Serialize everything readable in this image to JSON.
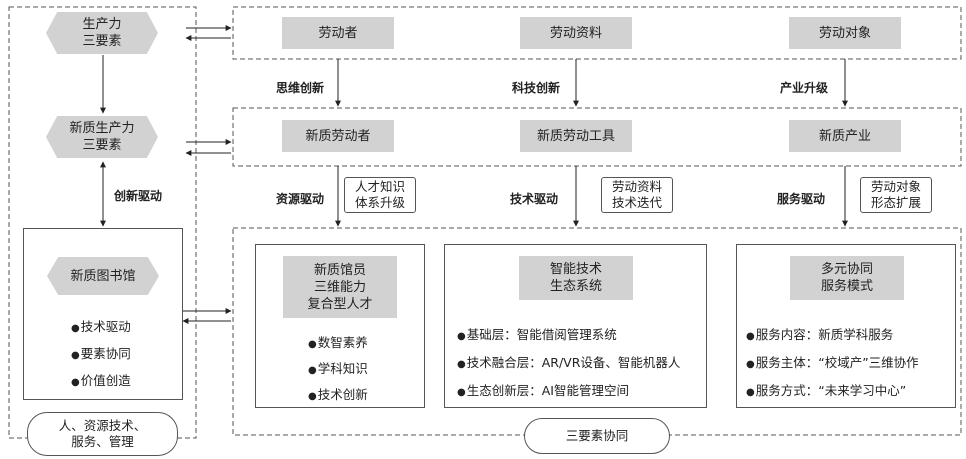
{
  "left_column": {
    "productivity_three_elements": "生产力\n三要素",
    "new_productivity_three_elements": "新质生产力\n三要素",
    "innovation_driven": "创新驱动",
    "library": {
      "title": "新质图书馆",
      "items": [
        "技术驱动",
        "要素协同",
        "价值创造"
      ]
    },
    "bottom_oval": "人、资源技术、\n服务、管理"
  },
  "row1": [
    "劳动者",
    "劳动资料",
    "劳动对象"
  ],
  "row1_to_row2_labels": [
    "思维创新",
    "科技创新",
    "产业升级"
  ],
  "row2": [
    "新质劳动者",
    "新质劳动工具",
    "新质产业"
  ],
  "row2_to_row3_labels": [
    "资源驱动",
    "技术驱动",
    "服务驱动"
  ],
  "row2_to_row3_tags": [
    "人才知识\n体系升级",
    "劳动资料\n技术迭代",
    "劳动对象\n形态扩展"
  ],
  "panels": [
    {
      "title": "新质馆员\n三维能力\n复合型人才",
      "items": [
        "数智素养",
        "学科知识",
        "技术创新"
      ]
    },
    {
      "title": "智能技术\n生态系统",
      "items": [
        "基础层：智能借阅管理系统",
        "技术融合层：AR/VR设备、智能机器人",
        "生态创新层：AI智能管理空间"
      ]
    },
    {
      "title": "多元协同\n服务模式",
      "items": [
        "服务内容：新质学科服务",
        "服务主体：“校域产”三维协作",
        "服务方式：“未来学习中心”"
      ]
    }
  ],
  "bottom_center_oval": "三要素协同"
}
